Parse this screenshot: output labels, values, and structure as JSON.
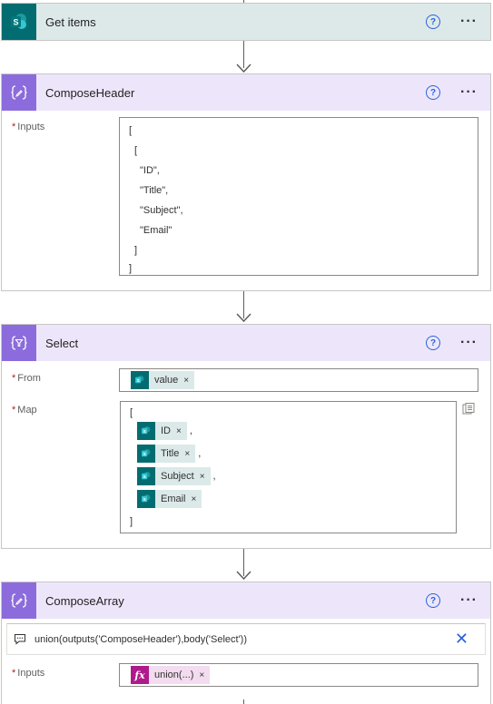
{
  "flow": {
    "get_items": {
      "title": "Get items"
    },
    "compose_header": {
      "title": "ComposeHeader",
      "inputs_label": "Inputs",
      "json_lines": [
        "[",
        "[",
        "\"ID\",",
        "\"Title\",",
        "\"Subject\",",
        "\"Email\"",
        "]",
        "]"
      ]
    },
    "select": {
      "title": "Select",
      "from_label": "From",
      "from_token": "value",
      "map_label": "Map",
      "map_open": "[",
      "map_close": "]",
      "map_tokens": [
        {
          "label": "ID",
          "sep": ","
        },
        {
          "label": "Title",
          "sep": ","
        },
        {
          "label": "Subject",
          "sep": ","
        },
        {
          "label": "Email",
          "sep": ""
        }
      ]
    },
    "compose_array": {
      "title": "ComposeArray",
      "expression": "union(outputs('ComposeHeader'),body('Select'))",
      "inputs_label": "Inputs",
      "input_token": "union(...)"
    }
  },
  "icons": {
    "help": "?",
    "more": "···",
    "token_remove": "×",
    "fx": "fx",
    "close": "✕"
  },
  "colors": {
    "sharepoint": "#036c70",
    "compose": "#8c6cdc",
    "expression": "#ae1a8c",
    "accent": "#2a62d9"
  }
}
